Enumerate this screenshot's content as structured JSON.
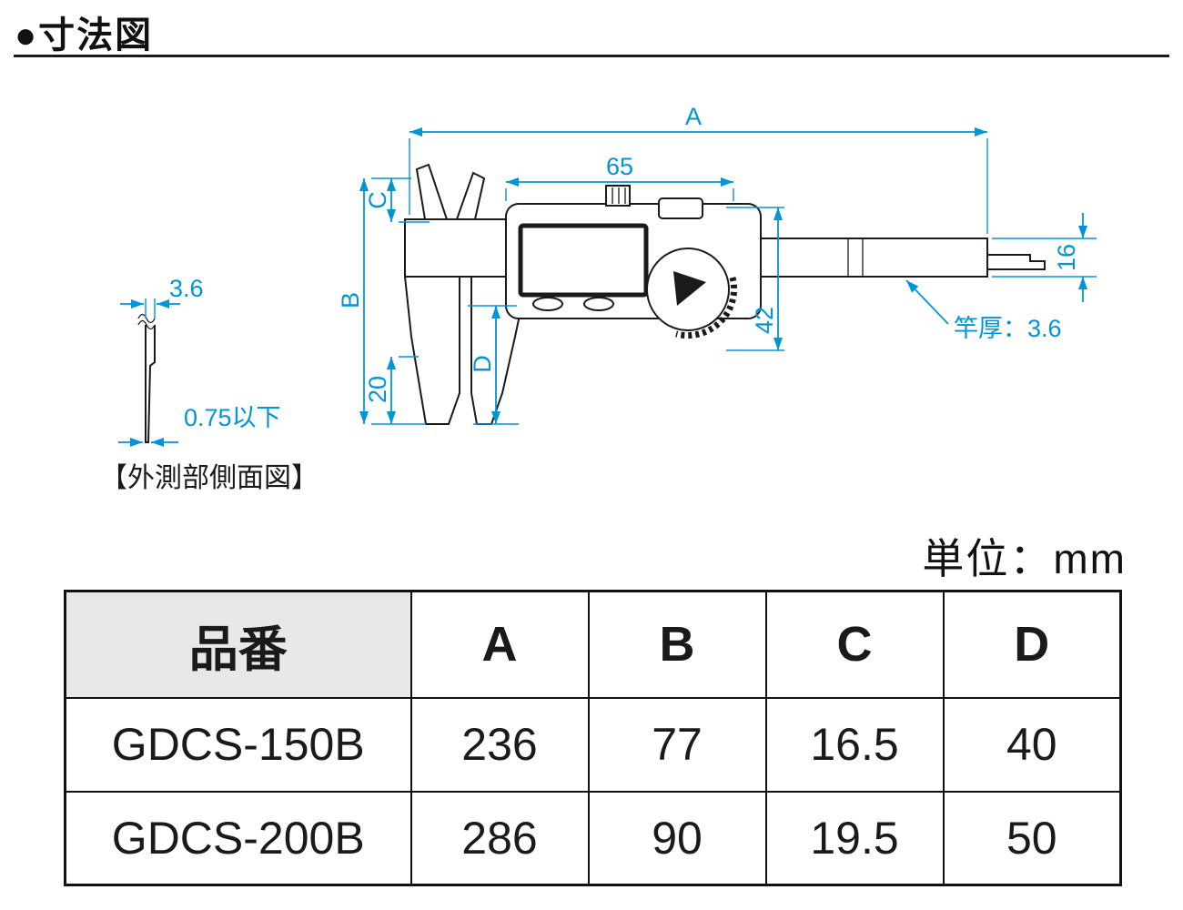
{
  "page": {
    "title": "●寸法図",
    "unit_label": "単位：mm"
  },
  "diagram": {
    "dimension_color": "#0095d9",
    "labels": {
      "A": "A",
      "width65": "65",
      "C": "C",
      "B": "B",
      "h42": "42",
      "h16": "16",
      "h20": "20",
      "D": "D",
      "beam_thickness": "竿厚：3.6"
    },
    "side_view": {
      "thickness_top": "3.6",
      "thickness_tip": "0.75以下",
      "caption": "【外測部側面図】"
    }
  },
  "table": {
    "headers": [
      "品番",
      "A",
      "B",
      "C",
      "D"
    ],
    "rows": [
      [
        "GDCS-150B",
        "236",
        "77",
        "16.5",
        "40"
      ],
      [
        "GDCS-200B",
        "286",
        "90",
        "19.5",
        "50"
      ]
    ]
  }
}
